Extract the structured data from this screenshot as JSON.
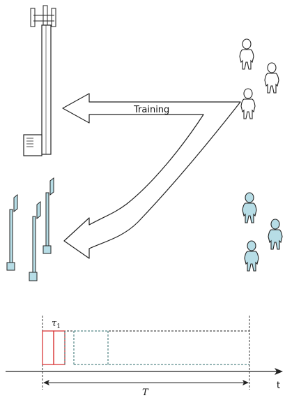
{
  "arrow": {
    "label": "Training"
  },
  "timeline": {
    "tau_label": "τ",
    "tau_subscript": "1",
    "period_label": "T",
    "axis_label": "t"
  },
  "colors": {
    "stroke": "#222222",
    "user_fill_top": "#ffffff",
    "user_fill_bottom": "#b7dde6",
    "pole_fill": "#b7dde6",
    "training_block": "#d62728",
    "data_block": "#2e6b6b"
  }
}
